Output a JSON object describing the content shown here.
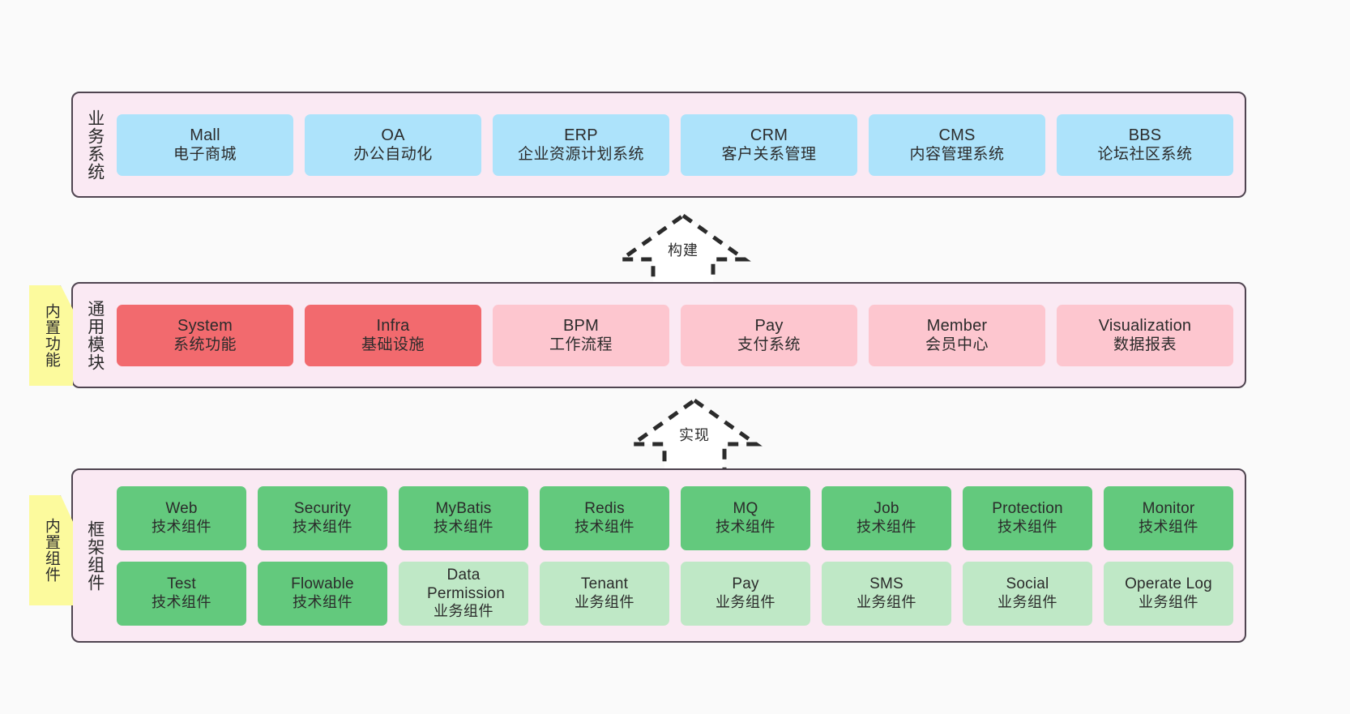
{
  "diagram": {
    "background_color": "#fafafa",
    "band_fill": "#fae9f3",
    "band_border": "#4f4450",
    "sticky_color": "#fcfa9d"
  },
  "notes": [
    {
      "id": "builtin-features",
      "text": "内置功能"
    },
    {
      "id": "builtin-components",
      "text": "内置组件"
    }
  ],
  "layers": [
    {
      "id": "business-systems",
      "title": "业务系统",
      "rows": [
        {
          "cells": [
            {
              "en": "Mall",
              "cn": "电子商城",
              "color": "#ade3fb",
              "style": "c-blue"
            },
            {
              "en": "OA",
              "cn": "办公自动化",
              "color": "#ade3fb",
              "style": "c-blue"
            },
            {
              "en": "ERP",
              "cn": "企业资源计划系统",
              "color": "#ade3fb",
              "style": "c-blue"
            },
            {
              "en": "CRM",
              "cn": "客户关系管理",
              "color": "#ade3fb",
              "style": "c-blue"
            },
            {
              "en": "CMS",
              "cn": "内容管理系统",
              "color": "#ade3fb",
              "style": "c-blue"
            },
            {
              "en": "BBS",
              "cn": "论坛社区系统",
              "color": "#ade3fb",
              "style": "c-blue"
            }
          ]
        }
      ]
    },
    {
      "id": "common-modules",
      "title": "通用模块",
      "rows": [
        {
          "cells": [
            {
              "en": "System",
              "cn": "系统功能",
              "color": "#f26a6e",
              "style": "c-red"
            },
            {
              "en": "Infra",
              "cn": "基础设施",
              "color": "#f26a6e",
              "style": "c-red"
            },
            {
              "en": "BPM",
              "cn": "工作流程",
              "color": "#fdc6cf",
              "style": "c-pink"
            },
            {
              "en": "Pay",
              "cn": "支付系统",
              "color": "#fdc6cf",
              "style": "c-pink"
            },
            {
              "en": "Member",
              "cn": "会员中心",
              "color": "#fdc6cf",
              "style": "c-pink"
            },
            {
              "en": "Visualization",
              "cn": "数据报表",
              "color": "#fdc6cf",
              "style": "c-pink"
            }
          ]
        }
      ]
    },
    {
      "id": "framework-components",
      "title": "框架组件",
      "rows": [
        {
          "cells": [
            {
              "en": "Web",
              "cn": "技术组件",
              "color": "#63c97d",
              "style": "c-green"
            },
            {
              "en": "Security",
              "cn": "技术组件",
              "color": "#63c97d",
              "style": "c-green"
            },
            {
              "en": "MyBatis",
              "cn": "技术组件",
              "color": "#63c97d",
              "style": "c-green"
            },
            {
              "en": "Redis",
              "cn": "技术组件",
              "color": "#63c97d",
              "style": "c-green"
            },
            {
              "en": "MQ",
              "cn": "技术组件",
              "color": "#63c97d",
              "style": "c-green"
            },
            {
              "en": "Job",
              "cn": "技术组件",
              "color": "#63c97d",
              "style": "c-green"
            },
            {
              "en": "Protection",
              "cn": "技术组件",
              "color": "#63c97d",
              "style": "c-green"
            },
            {
              "en": "Monitor",
              "cn": "技术组件",
              "color": "#63c97d",
              "style": "c-green"
            }
          ]
        },
        {
          "cells": [
            {
              "en": "Test",
              "cn": "技术组件",
              "color": "#63c97d",
              "style": "c-green"
            },
            {
              "en": "Flowable",
              "cn": "技术组件",
              "color": "#63c97d",
              "style": "c-green"
            },
            {
              "en": "Data Permission",
              "cn": "业务组件",
              "color": "#bfe8c6",
              "style": "c-lgreen"
            },
            {
              "en": "Tenant",
              "cn": "业务组件",
              "color": "#bfe8c6",
              "style": "c-lgreen"
            },
            {
              "en": "Pay",
              "cn": "业务组件",
              "color": "#bfe8c6",
              "style": "c-lgreen"
            },
            {
              "en": "SMS",
              "cn": "业务组件",
              "color": "#bfe8c6",
              "style": "c-lgreen"
            },
            {
              "en": "Social",
              "cn": "业务组件",
              "color": "#bfe8c6",
              "style": "c-lgreen"
            },
            {
              "en": "Operate Log",
              "cn": "业务组件",
              "color": "#bfe8c6",
              "style": "c-lgreen"
            }
          ]
        }
      ]
    }
  ],
  "arrows": [
    {
      "id": "build-arrow",
      "label": "构建",
      "direction": "up"
    },
    {
      "id": "implement-arrow",
      "label": "实现",
      "direction": "up"
    }
  ]
}
